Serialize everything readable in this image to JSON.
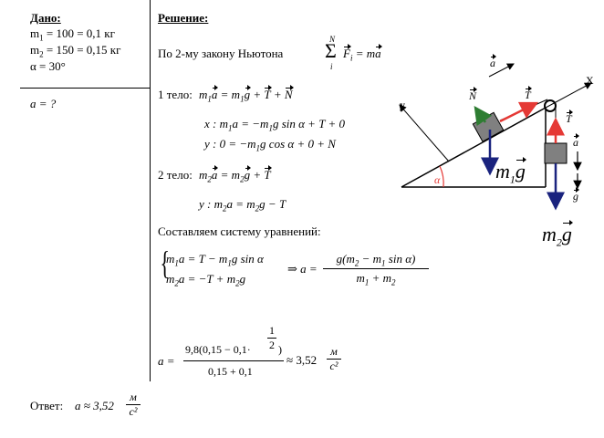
{
  "given": {
    "heading": "Дано:",
    "m1_line": "m1 = 100 = 0,1 кг",
    "m2_line": "m2 = 150 = 0,15 кг",
    "alpha_line": "α = 30°",
    "find": "a = ?"
  },
  "solution": {
    "heading": "Решение:",
    "newton_intro": "По 2-му закону Ньютона",
    "newton_formula": "ΣFi = ma",
    "sum_top": "N",
    "sum_bottom": "i",
    "body1_label": "1 тело:",
    "body1_eq": "m1a = m1g + T + N",
    "eq_x": "x : m1a = −m1g sin α + T + 0",
    "eq_y": "y : 0 = −m1g cos α + 0 + N",
    "body2_label": "2 тело:",
    "body2_eq": "m2a = m2g + T",
    "eq_y2": "y : m2a = m2g − T",
    "system_label": "Составляем систему уравнений:",
    "sys_eq1": "m1a = T − m1g sin α",
    "sys_eq2": "m2a = −T + m2g",
    "implies": "⇒ a =",
    "result_num": "g(m2 − m1 sin α)",
    "result_den": "m1 + m2",
    "calc_prefix": "a =",
    "calc_num": "9,8(0,15 − 0,1·",
    "calc_half_num": "1",
    "calc_half_den": "2",
    "calc_num_close": ")",
    "calc_den": "0,15 + 0,1",
    "calc_result": "≈ 3,52",
    "unit_num": "м",
    "unit_den": "с²"
  },
  "answer": {
    "label": "Ответ:",
    "expr": "a ≈ 3,52",
    "unit_num": "м",
    "unit_den": "с²"
  },
  "figure": {
    "label_a": "a",
    "label_x": "X",
    "label_y": "y",
    "label_N": "N",
    "label_T1": "T",
    "label_T2": "T",
    "label_a2": "a",
    "label_g": "g",
    "label_m1g": "m1g",
    "label_m2g": "m2g",
    "label_alpha": "α",
    "colors": {
      "gravity": "#1a237e",
      "tension": "#e53935",
      "normal": "#2e7d32",
      "block": "#808080",
      "line": "#000000"
    }
  }
}
